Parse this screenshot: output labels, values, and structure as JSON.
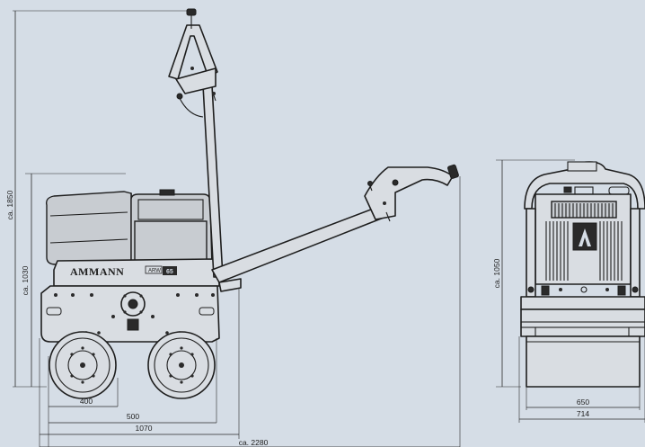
{
  "dimensions": {
    "overall_height": "ca. 1850",
    "machine_height": "ca. 1030",
    "front_height": "ca. 1050",
    "dim_400": "400",
    "dim_500": "500",
    "dim_1070": "1070",
    "overall_length": "ca. 2280",
    "drum_width": "650",
    "overall_width": "714"
  },
  "branding": {
    "logo": "AMMANN",
    "model_prefix": "ARW",
    "model_number": "65"
  },
  "colors": {
    "background": "#d5dde6",
    "line": "#1e1e1e"
  }
}
